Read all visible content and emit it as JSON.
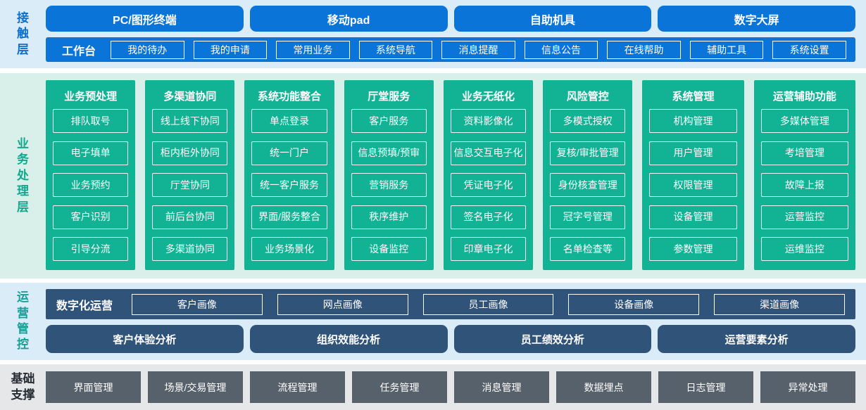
{
  "layers": {
    "contact": {
      "label": "接触层",
      "devices": [
        "PC/图形终端",
        "移动pad",
        "自助机具",
        "数字大屏"
      ],
      "workbench": {
        "label": "工作台",
        "items": [
          "我的待办",
          "我的申请",
          "常用业务",
          "系统导航",
          "消息提醒",
          "信息公告",
          "在线帮助",
          "辅助工具",
          "系统设置"
        ]
      }
    },
    "business": {
      "label": "业务处理层",
      "columns": [
        {
          "title": "业务预处理",
          "items": [
            "排队取号",
            "电子填单",
            "业务预约",
            "客户识别",
            "引导分流"
          ]
        },
        {
          "title": "多渠道协同",
          "items": [
            "线上线下协同",
            "柜内柜外协同",
            "厅堂协同",
            "前后台协同",
            "多渠道协同"
          ]
        },
        {
          "title": "系统功能整合",
          "items": [
            "单点登录",
            "统一门户",
            "统一客户服务",
            "界面/服务整合",
            "业务场景化"
          ]
        },
        {
          "title": "厅堂服务",
          "items": [
            "客户服务",
            "信息预填/预审",
            "营销服务",
            "秩序维护",
            "设备监控"
          ]
        },
        {
          "title": "业务无纸化",
          "items": [
            "资料影像化",
            "信息交互电子化",
            "凭证电子化",
            "签名电子化",
            "印章电子化"
          ]
        },
        {
          "title": "风险管控",
          "items": [
            "多模式授权",
            "复核/审批管理",
            "身份核查管理",
            "冠字号管理",
            "名单检查等"
          ]
        },
        {
          "title": "系统管理",
          "items": [
            "机构管理",
            "用户管理",
            "权限管理",
            "设备管理",
            "参数管理"
          ]
        },
        {
          "title": "运营辅助功能",
          "items": [
            "多媒体管理",
            "考培管理",
            "故障上报",
            "运营监控",
            "运维监控"
          ]
        }
      ]
    },
    "operations": {
      "label": "运营管控",
      "digital": {
        "label": "数字化运营",
        "items": [
          "客户画像",
          "网点画像",
          "员工画像",
          "设备画像",
          "渠道画像"
        ]
      },
      "analysis": [
        "客户体验分析",
        "组织效能分析",
        "员工绩效分析",
        "运营要素分析"
      ]
    },
    "foundation": {
      "label": "基础支撑",
      "items": [
        "界面管理",
        "场景/交易管理",
        "流程管理",
        "任务管理",
        "消息管理",
        "数据埋点",
        "日志管理",
        "异常处理"
      ]
    }
  },
  "colors": {
    "primary_blue": "#0a74d8",
    "teal_green": "#12b294",
    "dark_slate": "#30537a",
    "foundation_gray": "#57616b",
    "band_blue_bg": "#d9ecf8",
    "band_green_bg": "#d8f0e9",
    "band_gray_bg": "#e5e7e9"
  }
}
